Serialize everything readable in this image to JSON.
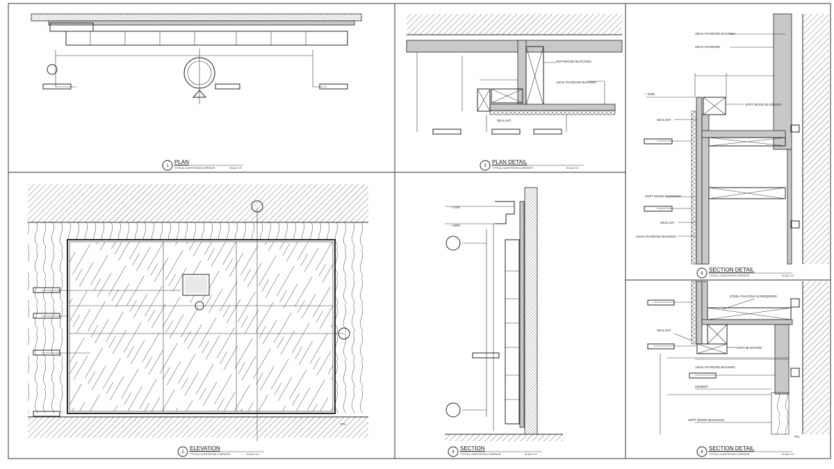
{
  "sheet": {
    "views": [
      {
        "number": "1",
        "title": "PLAN",
        "subtitle": "TYPICAL GUESTROOM CORRIDOR",
        "scale": "SCALE 1:5"
      },
      {
        "number": "3",
        "title": "PLAN DETAIL",
        "subtitle": "TYPICAL GUESTROOM CORRIDOR",
        "scale": "SCALE 1:5"
      },
      {
        "number": "2",
        "title": "ELEVATION",
        "subtitle": "TYPICAL GUESTROOM CORRIDOR",
        "scale": "SCALE 1:5"
      },
      {
        "number": "4",
        "title": "SECTION",
        "subtitle": "TYPICAL GUESTROOM CORRIDOR",
        "scale": "SCALE 1:5"
      },
      {
        "number": "6",
        "title": "SECTION DETAIL",
        "subtitle": "TYPICAL GUESTROOM CORRIDOR",
        "scale": "SCALE 1:5"
      },
      {
        "number": "6",
        "title": "SECTION DETAIL",
        "subtitle": "TYPICAL GUESTROOM CORRIDOR",
        "scale": "SCALE 1:5"
      }
    ]
  },
  "annotations": {
    "plan_detail": {
      "softwood": "SOFTWOOD BLOCKING",
      "plywood": "12mm PLYWOOD BACKING",
      "sealant": "SEALANT"
    },
    "section_top": {
      "backing18": "18mm PLYWOOD BACKING",
      "ply20": "20mm PLYWOOD",
      "softwood": "SOFT WOOD BLOCKING",
      "sealant": "SEALANT",
      "softwood2": "SOFT WOOD BLOCKING",
      "sealant2": "SEALANT",
      "backing12": "12mm PLYWOOD BACKING",
      "level": "+ 2345"
    },
    "section_bottom": {
      "steel": "STEEL FIXATION AS REQUIRED",
      "sealant": "SEALANT",
      "soft": "SOFT BLOCKING",
      "backing": "12mm PLYWOOD BACKING",
      "cement": "CEMENT",
      "softwood": "SOFT WOOD BLOCKING",
      "ffl": "FFL"
    },
    "section": {
      "level1": "+ 2700",
      "level2": "+ 2600"
    },
    "elevation": {
      "ffl": "FFL"
    }
  }
}
